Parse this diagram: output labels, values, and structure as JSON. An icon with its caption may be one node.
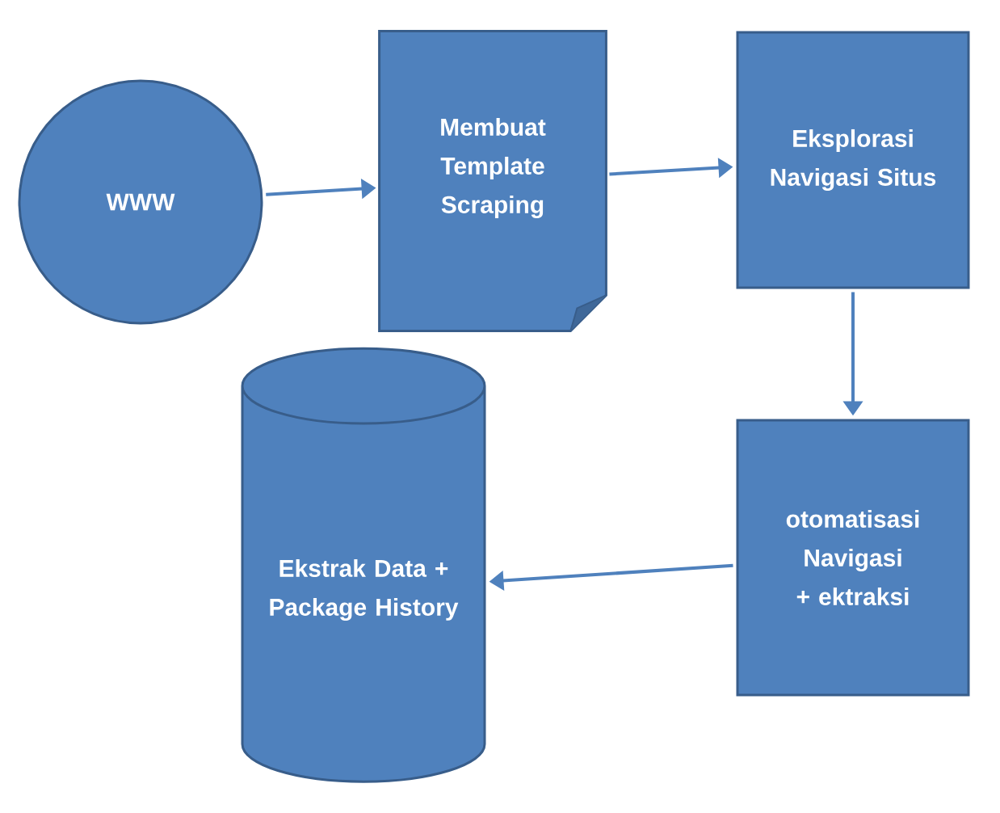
{
  "diagram": {
    "nodes": [
      {
        "text": [
          "WWW"
        ]
      },
      {
        "text": [
          "Membuat Template Scraping"
        ]
      },
      {
        "text": [
          "Eksplorasi Navigasi Situs"
        ]
      },
      {
        "text": [
          "otomatisasi Navigasi + ektraksi"
        ]
      },
      {
        "text": [
          "Ekstrak Data + Package History"
        ]
      }
    ],
    "edges": [
      {
        "from": 0,
        "to": 1,
        "arrow": "to"
      },
      {
        "from": 1,
        "to": 2,
        "arrow": "to"
      },
      {
        "from": 2,
        "to": 3,
        "arrow": "to"
      },
      {
        "from": 3,
        "to": 4,
        "arrow": "to"
      }
    ]
  }
}
